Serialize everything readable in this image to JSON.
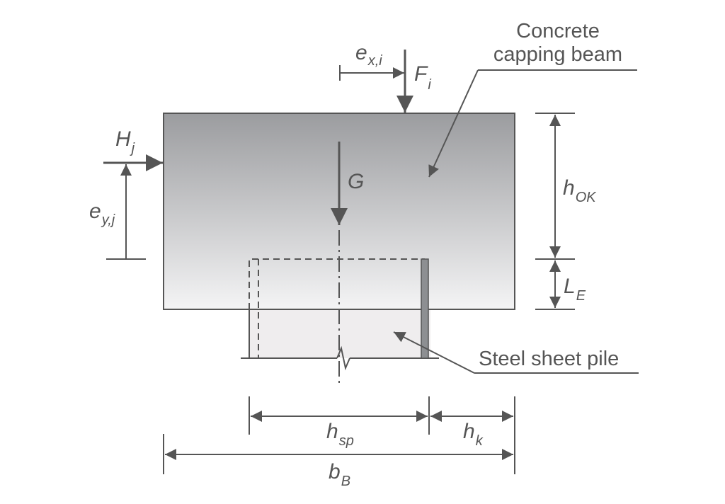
{
  "labels": {
    "concrete_line1": "Concrete",
    "concrete_line2": "capping beam",
    "steel": "Steel sheet pile"
  },
  "symbols": {
    "ex": {
      "main": "e",
      "sub": "x,i"
    },
    "F": {
      "main": "F",
      "sub": "i"
    },
    "H": {
      "main": "H",
      "sub": "j"
    },
    "ey": {
      "main": "e",
      "sub": "y,j"
    },
    "G": {
      "main": "G"
    },
    "hok": {
      "main": "h",
      "sub": "OK"
    },
    "le": {
      "main": "L",
      "sub": "E"
    },
    "hsp": {
      "main": "h",
      "sub": "sp"
    },
    "hk": {
      "main": "h",
      "sub": "k"
    },
    "bb": {
      "main": "b",
      "sub": "B"
    }
  },
  "colors": {
    "beam_top": "#9b9c9f",
    "beam_bottom": "#f4f4f5",
    "pile_fill": "#efedee",
    "line": "#555555"
  }
}
